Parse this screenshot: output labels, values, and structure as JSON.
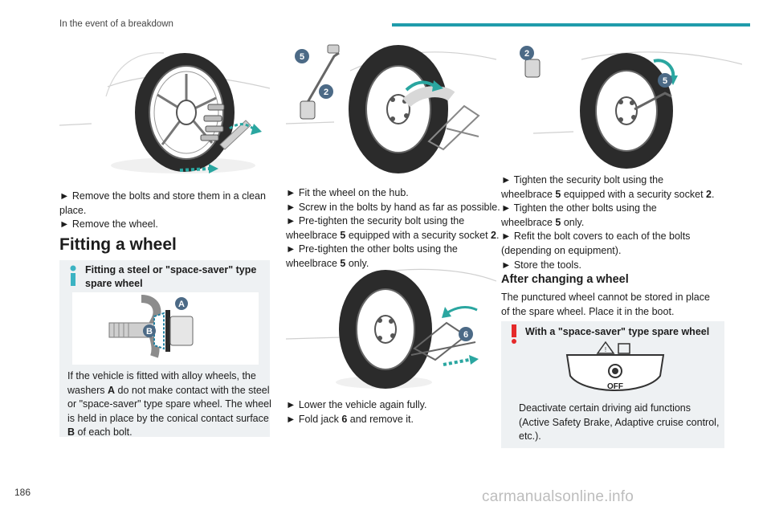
{
  "header": {
    "section_title": "In the event of a breakdown",
    "page_number": "186"
  },
  "watermark": "carmanualsonline.info",
  "col1": {
    "steps": [
      "► Remove the bolts and store them in a clean",
      "place.",
      "► Remove the wheel."
    ],
    "heading": "Fitting a wheel",
    "info_box": {
      "title_line1": "Fitting a steel or \"space-saver\" type",
      "title_line2": "spare wheel",
      "label_a": "A",
      "label_b": "B",
      "body_line1": "If the vehicle is fitted with alloy wheels, the",
      "body_line2_pre": "washers ",
      "body_line2_bold": "A",
      "body_line2_post": " do not make contact with the steel",
      "body_line3": "or \"space-saver\" type spare wheel. The wheel",
      "body_line4": "is held in place by the conical contact surface",
      "body_line5_bold": "B",
      "body_line5_post": " of each bolt."
    }
  },
  "col2": {
    "badge_top_5": "5",
    "badge_top_2": "2",
    "badge_jack": "6",
    "steps": {
      "l1": "► Fit the wheel on the hub.",
      "l2": "► Screw in the bolts by hand as far as possible.",
      "l3": "► Pre-tighten the security bolt using the",
      "l4_pre": "wheelbrace ",
      "l4_b1": "5",
      "l4_mid": " equipped with a security socket ",
      "l4_b2": "2",
      "l4_post": ".",
      "l5": "► Pre-tighten the other bolts using the",
      "l6_pre": "wheelbrace ",
      "l6_b": "5",
      "l6_post": " only."
    },
    "steps2": {
      "l1": "► Lower the vehicle again fully.",
      "l2_pre": "► Fold jack ",
      "l2_b": "6",
      "l2_post": " and remove it."
    }
  },
  "col3": {
    "badge_2": "2",
    "badge_5": "5",
    "steps": {
      "l1": "► Tighten the security bolt using the",
      "l2_pre": "wheelbrace ",
      "l2_b1": "5",
      "l2_mid": " equipped with a security socket ",
      "l2_b2": "2",
      "l2_post": ".",
      "l3": "► Tighten the other bolts using the",
      "l4_pre": "wheelbrace ",
      "l4_b": "5",
      "l4_post": " only.",
      "l5": "► Refit the bolt covers to each of the bolts",
      "l6": "(depending on equipment).",
      "l7": "► Store the tools."
    },
    "heading": "After changing a wheel",
    "after_l1": "The punctured wheel cannot be stored in place",
    "after_l2": "of the spare wheel. Place it in the boot.",
    "warn_box": {
      "title": "With a \"space-saver\" type spare wheel",
      "off_label": "OFF",
      "body_l1": "Deactivate certain driving aid functions",
      "body_l2": "(Active Safety Brake, Adaptive cruise control,",
      "body_l3": "etc.)."
    }
  },
  "colors": {
    "accent": "#1f9cab",
    "badge": "#4c6a86",
    "info": "#3bb3c3",
    "warning": "#e52a2a",
    "box_bg": "#eef1f3",
    "arrow_green": "#2aa6a0"
  }
}
